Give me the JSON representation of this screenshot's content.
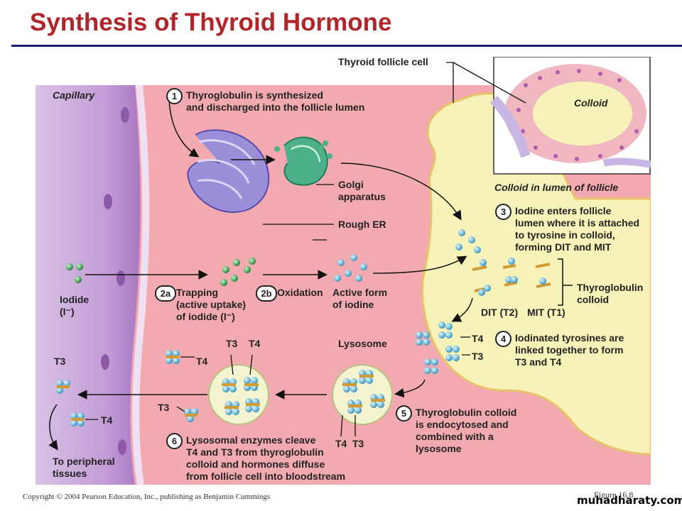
{
  "title": "Synthesis of Thyroid Hormone",
  "labels": {
    "capillary": "Capillary",
    "thyroid_follicle_cell": "Thyroid follicle cell",
    "colloid": "Colloid",
    "colloid_in_lumen": "Colloid in lumen of follicle",
    "golgi": "Golgi apparatus",
    "golgi_1": "Golgi",
    "golgi_2": "apparatus",
    "rough_er": "Rough ER",
    "iodide_1": "Iodide",
    "iodide_2": "(I⁻)",
    "active_form_1": "Active form",
    "active_form_2": "of iodine",
    "thyroglobulin_colloid_1": "Thyroglobulin",
    "thyroglobulin_colloid_2": "colloid",
    "dit": "DIT (T2)",
    "mit": "MIT (T1)",
    "lysosome": "Lysosome",
    "t3": "T3",
    "t4": "T4",
    "to_peripheral_1": "To peripheral",
    "to_peripheral_2": "tissues"
  },
  "steps": [
    {
      "num": "1",
      "lines": [
        "Thyroglobulin is synthesized",
        "and discharged into the follicle lumen"
      ]
    },
    {
      "num": "2a",
      "lines": [
        "Trapping",
        "(active uptake)",
        "of iodide (I⁻)"
      ]
    },
    {
      "num": "2b",
      "lines": [
        "Oxidation"
      ]
    },
    {
      "num": "3",
      "lines": [
        "Iodine enters follicle",
        "lumen where it is attached",
        "to tyrosine in colloid,",
        "forming DIT and MIT"
      ]
    },
    {
      "num": "4",
      "lines": [
        "Iodinated tyrosines are",
        "linked together to form",
        "T3 and T4"
      ]
    },
    {
      "num": "5",
      "lines": [
        "Thyroglobulin colloid",
        "is endocytosed and",
        "combined with a",
        "lysosome"
      ]
    },
    {
      "num": "6",
      "lines": [
        "Lysosomal enzymes cleave",
        "T4 and T3 from thyroglobulin",
        "colloid and hormones diffuse",
        "from follicle cell into bloodstream"
      ]
    }
  ],
  "copyright": "Copyright © 2004 Pearson Education, Inc., publishing as Benjamin Cummings",
  "figure": "Figure 16.8",
  "watermark": "muhadharaty.com",
  "colors": {
    "title": "#b0252a",
    "rule": "#1a1f7a",
    "cytoplasm": "#f2aab0",
    "capillary": "#c7a7d8",
    "colloid": "#f7f3b8",
    "iodine": "#7bc0e0",
    "iodide": "#4cae5f"
  }
}
